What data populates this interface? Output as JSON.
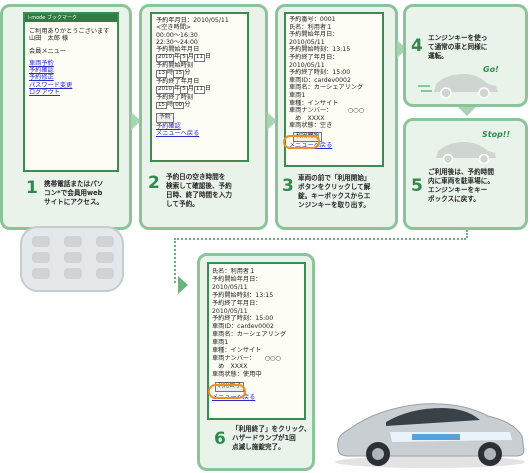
{
  "steps": [
    {
      "number": "1",
      "lines": [
        "携帯電話またはパソ",
        "コン*で会員用web",
        "サイトにアクセス。"
      ]
    },
    {
      "number": "2",
      "lines": [
        "予約日の空き時間を",
        "検索して確認後、予約",
        "日時、終了時間を入力",
        "して予約。"
      ]
    },
    {
      "number": "3",
      "lines": [
        "車両の前で「利用開始」",
        "ボタンをクリックして解",
        "錠。キーボックスからエ",
        "ンジンキーを取り出す。"
      ]
    },
    {
      "number": "4",
      "lines": [
        "エンジンキーを使っ",
        "て通常の車と同様に",
        "運転。"
      ]
    },
    {
      "number": "5",
      "lines": [
        "ご利用後は、予約時間",
        "内に車両を駐車場に。",
        "エンジンキーをキー",
        "ボックスに戻す。"
      ]
    },
    {
      "number": "6",
      "lines": [
        "「利用終了」をクリック、",
        "ハザードランプが1回",
        "点滅し施錠完了。"
      ]
    }
  ],
  "screen1": {
    "header": "i-mode ブックマーク",
    "lines": [
      "ご利用ありがとうございます",
      "山田　太郎 様",
      "会員メニュー"
    ],
    "links": [
      "車両予約",
      "予約確認",
      "予約修正",
      "パスワード変更",
      "ログアウト"
    ]
  },
  "screen2": {
    "lines": [
      "予約年月日：2010/05/11",
      "<空き時間>",
      "00:00～16:30",
      "22:30～24:00",
      "予約開始年月日"
    ],
    "start_date": {
      "year": "2010",
      "month": "5",
      "day": "11"
    },
    "start_time_label": "予約開始時刻",
    "start_time": {
      "hour": "13",
      "minute": "15"
    },
    "end_date_label": "予約終了年月日",
    "end_date": {
      "year": "2010",
      "month": "5",
      "day": "11"
    },
    "end_time_label": "予約終了時刻",
    "end_time": {
      "hour": "15",
      "minute": "00"
    },
    "button": "予約",
    "links": [
      "予約確認",
      "メニューへ戻る"
    ]
  },
  "screen3": {
    "lines": [
      "予約番号：0001",
      "氏名：利用者１",
      "予約開始年月日：",
      "2010/05/11",
      "予約開始時刻：13:15",
      "予約終了年月日：",
      "2010/05/11",
      "予約終了時刻：15:00",
      "車両ID：cardev0002",
      "車両名：カーシェアリング",
      "車両1",
      "車種：インサイト",
      "車両ナンバー：　　　○○○",
      "　め　XXXX",
      "車両状態：空き"
    ],
    "button": "利用開始",
    "link": "メニューへ戻る"
  },
  "screen6": {
    "lines": [
      "氏名：利用者１",
      "予約開始年月日：",
      "2010/05/11",
      "予約開始時刻：13:15",
      "予約終了年月日：",
      "2010/05/11",
      "予約終了時刻：15:00",
      "車両ID：cardev0002",
      "車両名：カーシェアリング",
      "車両1",
      "車種：インサイト",
      "車両ナンバー：　　○○○",
      "　め　XXXX",
      "車両状態：使用中"
    ],
    "button": "利用終了",
    "link": "メニューへ戻る"
  },
  "car_labels": {
    "go": "Go!",
    "stop": "Stop!!"
  },
  "colors": {
    "card_bg": "#eaf3ea",
    "card_border": "#8cc49a",
    "accent": "#2e8a4c",
    "highlight": "#f0901e"
  }
}
